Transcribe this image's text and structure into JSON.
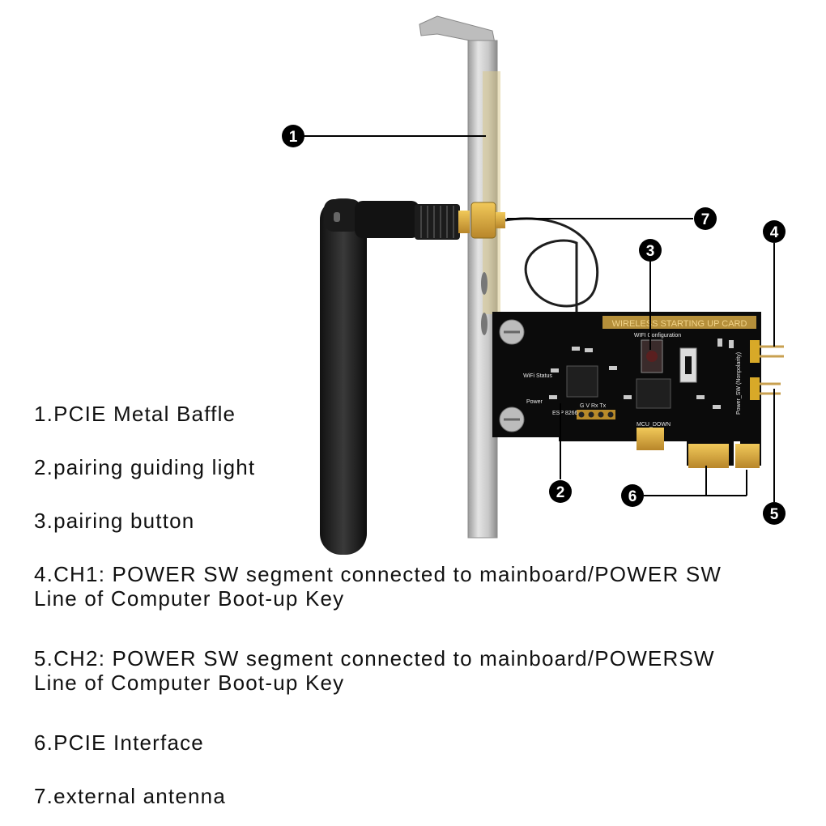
{
  "diagram": {
    "board_label": "WIRELESS STARTING UP CARD",
    "silkscreen": {
      "wifi_config": "WIFI Configuration",
      "wifi_status": "WiFi Status",
      "power": "Power",
      "esp": "ESP 8266",
      "mcu_down": "MCU_DOWN",
      "power_sw": "Power_SW (Nonpolarity)",
      "uart_pins": [
        "G",
        "V",
        "Rx",
        "Tx"
      ]
    },
    "callouts": [
      "1",
      "2",
      "3",
      "4",
      "5",
      "6",
      "7"
    ]
  },
  "legend": [
    {
      "lines": [
        "1.PCIE Metal Baffle"
      ]
    },
    {
      "lines": [
        "2.pairing guiding light"
      ]
    },
    {
      "lines": [
        "3.pairing button"
      ]
    },
    {
      "lines": [
        "4.CH1: POWER SW segment connected to mainboard/POWER SW",
        "Line of Computer Boot-up Key"
      ]
    },
    {
      "lines": [
        "5.CH2: POWER SW segment connected to mainboard/POWERSW",
        "Line of Computer Boot-up Key"
      ]
    },
    {
      "lines": [
        "6.PCIE Interface"
      ]
    },
    {
      "lines": [
        "7.external antenna"
      ]
    }
  ]
}
